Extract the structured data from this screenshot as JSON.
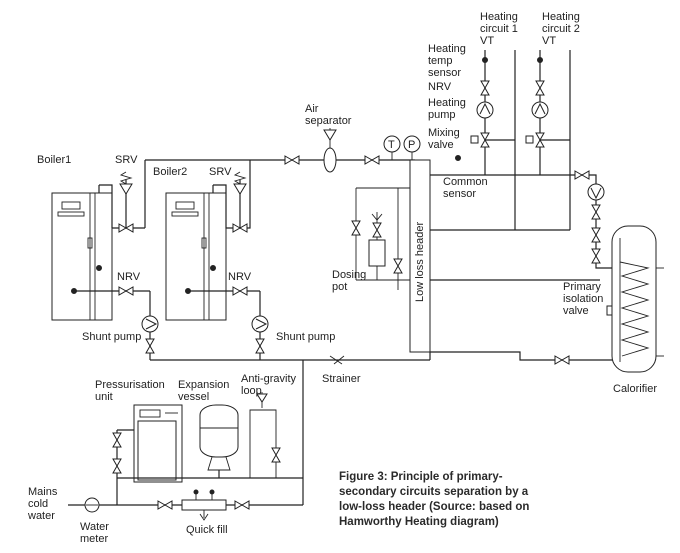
{
  "labels": {
    "boiler1": "Boiler1",
    "boiler2": "Boiler2",
    "srv1": "SRV",
    "srv2": "SRV",
    "nrv1": "NRV",
    "nrv2": "NRV",
    "shunt_pump1": "Shunt pump",
    "shunt_pump2": "Shunt pump",
    "air_separator_l1": "Air",
    "air_separator_l2": "separator",
    "dosing_pot_l1": "Dosing",
    "dosing_pot_l2": "pot",
    "low_loss_header": "Low loss header",
    "temp_sensor_symbol": "T",
    "pressure_symbol": "P",
    "strainer": "Strainer",
    "heating_circuit1_l1": "Heating",
    "heating_circuit1_l2": "circuit 1",
    "heating_circuit1_l3": "VT",
    "heating_circuit2_l1": "Heating",
    "heating_circuit2_l2": "circuit 2",
    "heating_circuit2_l3": "VT",
    "heating_temp_sensor_l1": "Heating",
    "heating_temp_sensor_l2": "temp",
    "heating_temp_sensor_l3": "sensor",
    "nrv_circuit": "NRV",
    "heating_pump_l1": "Heating",
    "heating_pump_l2": "pump",
    "mixing_valve_l1": "Mixing",
    "mixing_valve_l2": "valve",
    "common_sensor_l1": "Common",
    "common_sensor_l2": "sensor",
    "primary_isolation_valve_l1": "Primary",
    "primary_isolation_valve_l2": "isolation",
    "primary_isolation_valve_l3": "valve",
    "calorifier": "Calorifier",
    "pressurisation_unit_l1": "Pressurisation",
    "pressurisation_unit_l2": "unit",
    "expansion_vessel_l1": "Expansion",
    "expansion_vessel_l2": "vessel",
    "anti_gravity_loop_l1": "Anti-gravity",
    "anti_gravity_loop_l2": "loop",
    "mains_cold_water_l1": "Mains",
    "mains_cold_water_l2": "cold",
    "mains_cold_water_l3": "water",
    "water_meter_l1": "Water",
    "water_meter_l2": "meter",
    "quick_fill": "Quick fill"
  },
  "caption": {
    "line1": "Figure 3: Principle of primary-",
    "line2": "secondary circuits separation by a",
    "line3": "low-loss header (Source: based on",
    "line4": "Hamworthy Heating diagram)"
  }
}
